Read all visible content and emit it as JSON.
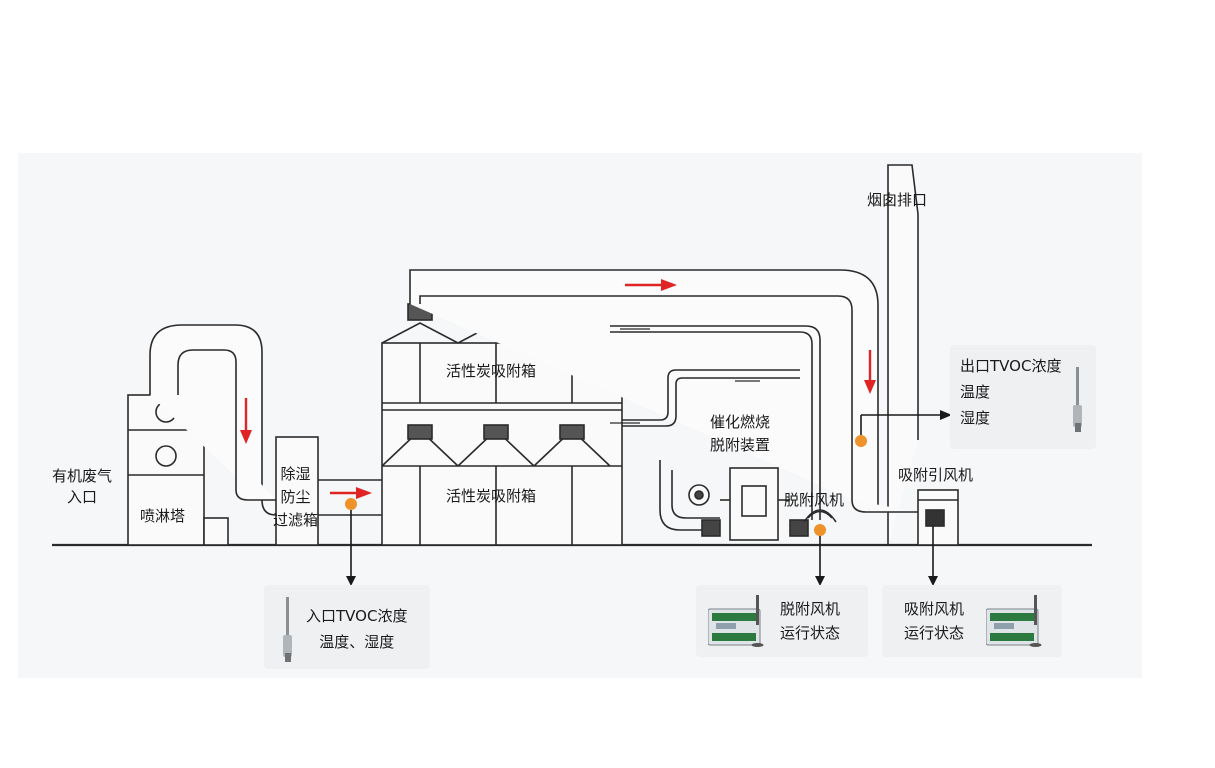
{
  "labels": {
    "chimney": "烟囱排口",
    "inlet": [
      "有机废气",
      "入口"
    ],
    "spray_tower": "喷淋塔",
    "filter_box": [
      "除湿",
      "防尘",
      "过滤箱"
    ],
    "carbon_upper": "活性炭吸附箱",
    "carbon_lower": "活性炭吸附箱",
    "catalytic": [
      "催化燃烧",
      "脱附装置"
    ],
    "desorption_fan": "脱附风机",
    "adsorption_fan": "吸附引风机",
    "outlet_monitor": [
      "出口TVOC浓度",
      "温度",
      "湿度"
    ],
    "inlet_monitor": [
      "入口TVOC浓度",
      "温度、湿度"
    ],
    "desorption_status": [
      "脱附风机",
      "运行状态"
    ],
    "adsorption_status": [
      "吸附风机",
      "运行状态"
    ]
  },
  "colors": {
    "flow_arrow": "#e02424",
    "sensor_dot": "#f0922b",
    "equipment_line": "#2b2b2b",
    "panel_bg": "#f6f7f8",
    "card_bg": "#eef0f2"
  },
  "icons": {
    "sensor_probe": "thermometer-probe-icon",
    "controller": "monitoring-controller-icon"
  }
}
